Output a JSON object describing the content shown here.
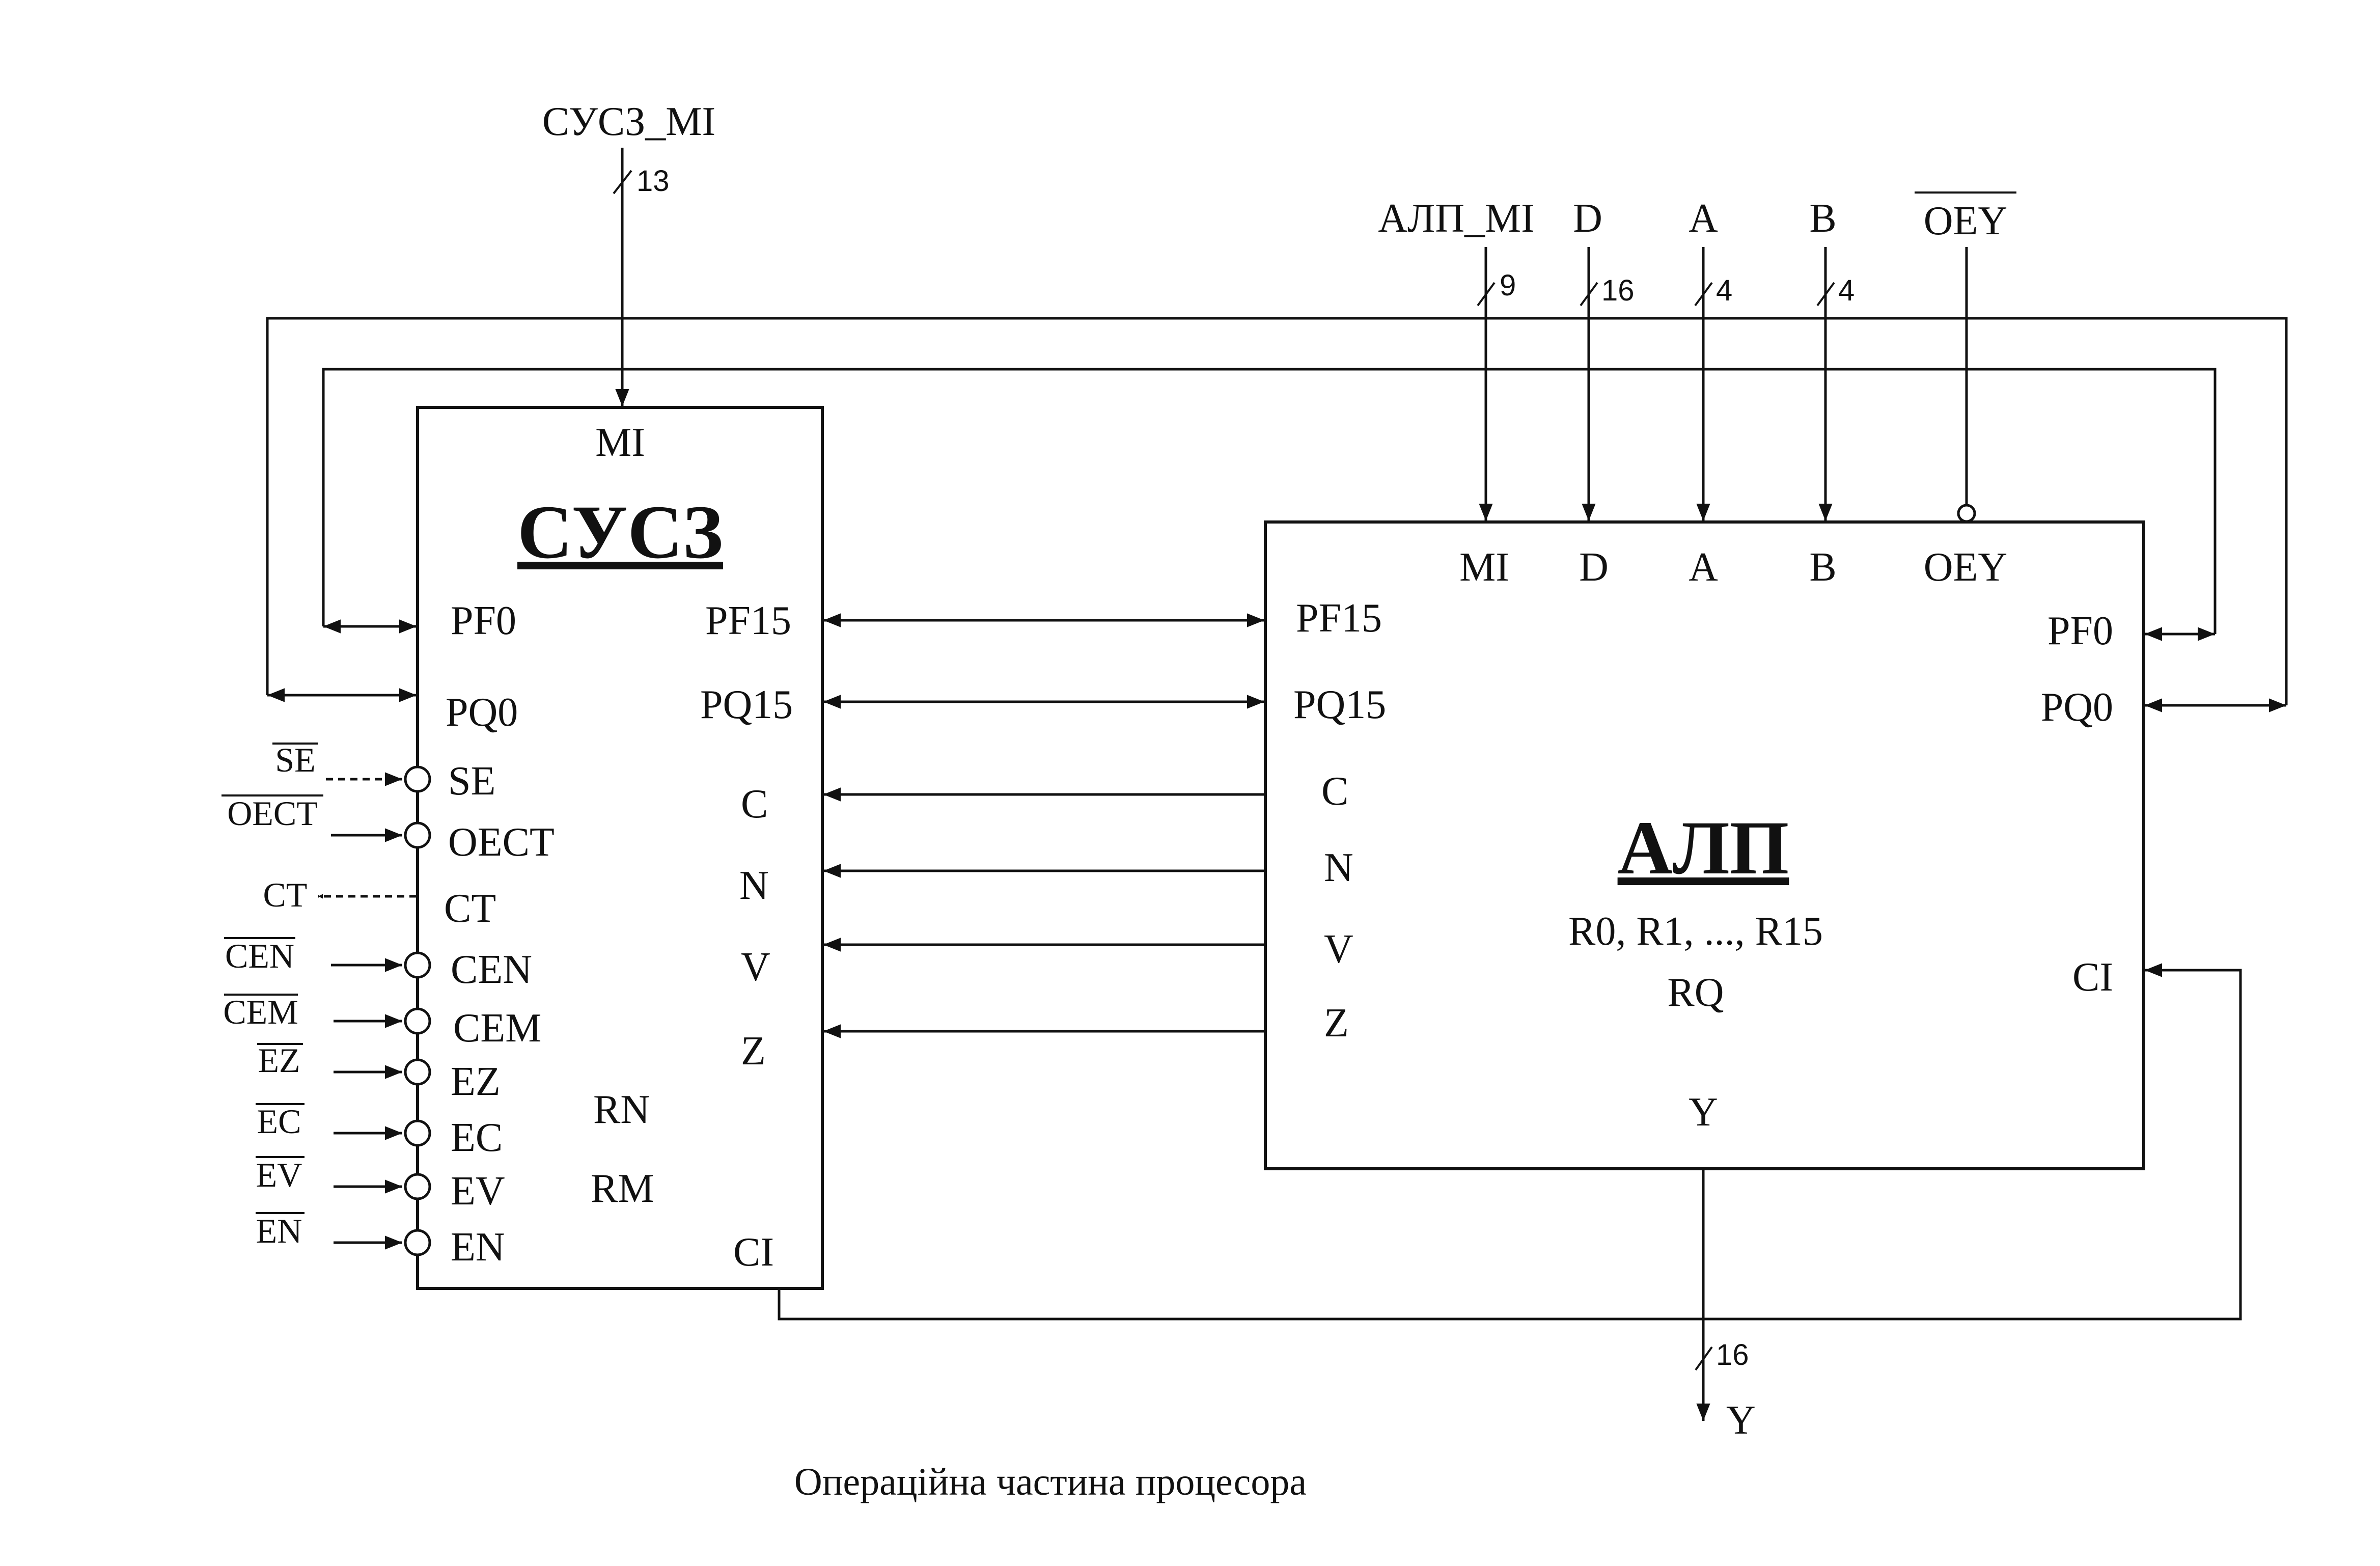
{
  "caption": "Операційна частина процесора",
  "inputs": {
    "sucz_mi": {
      "label": "СУСЗ_MI",
      "width": "13"
    },
    "alu_mi": {
      "label": "АЛП_MI",
      "width": "9"
    },
    "d": {
      "label": "D",
      "width": "16"
    },
    "a": {
      "label": "A",
      "width": "4"
    },
    "b": {
      "label": "B",
      "width": "4"
    },
    "oey": {
      "label": "OEY"
    }
  },
  "sucz": {
    "title": "СУСЗ",
    "pins": {
      "mi": "MI",
      "pf0": "PF0",
      "pq0": "PQ0",
      "pf15": "PF15",
      "pq15": "PQ15",
      "se": "SE",
      "oect": "OECT",
      "ct": "CT",
      "cen": "CEN",
      "cem": "CEM",
      "ez": "EZ",
      "ec": "EC",
      "ev": "EV",
      "en": "EN",
      "c": "C",
      "n": "N",
      "v": "V",
      "z": "Z",
      "rn": "RN",
      "rm": "RM",
      "ci": "CI"
    }
  },
  "sucz_side_signals": {
    "se": "SE",
    "oect": "OECT",
    "ct": "CT",
    "cen": "CEN",
    "cem": "CEM",
    "ez": "EZ",
    "ec": "EC",
    "ev": "EV",
    "en": "EN"
  },
  "alu": {
    "title": "АЛП",
    "registers": "R0, R1, ..., R15",
    "rq": "RQ",
    "pins": {
      "mi": "MI",
      "d": "D",
      "a": "A",
      "b": "B",
      "oey": "OEY",
      "pf15": "PF15",
      "pq15": "PQ15",
      "c": "C",
      "n": "N",
      "v": "V",
      "z": "Z",
      "pf0": "PF0",
      "pq0": "PQ0",
      "ci": "CI",
      "y": "Y"
    }
  },
  "output": {
    "label": "Y",
    "width": "16"
  }
}
